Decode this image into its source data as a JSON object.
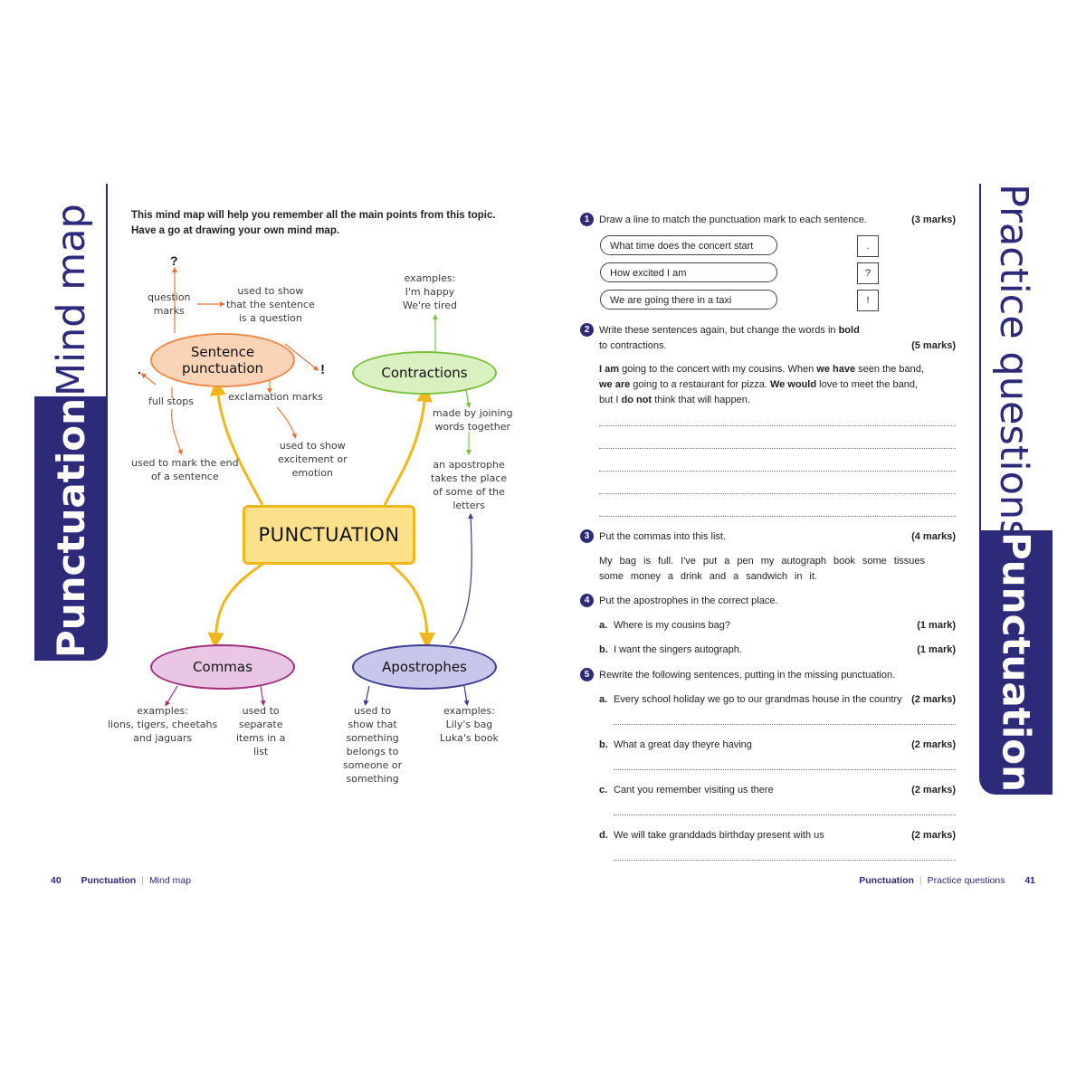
{
  "left_page": {
    "tab_title": "Mind map",
    "tab_section": "Punctuation",
    "intro_line1": "This mind map will help you remember all the main points from this topic.",
    "intro_line2": "Have a go at drawing your own mind map.",
    "center": "PUNCTUATION",
    "sentence": {
      "label_line1": "Sentence",
      "label_line2": "punctuation",
      "qmark_symbol": "?",
      "qmark_label": [
        "question",
        "marks"
      ],
      "qmark_use": [
        "used to show",
        "that the sentence",
        "is a question"
      ],
      "fullstop_symbol": ".",
      "fullstop_label": "full stops",
      "fullstop_use": [
        "used to mark the end",
        "of a sentence"
      ],
      "excl_symbol": "!",
      "excl_label": "exclamation marks",
      "excl_use": [
        "used to show",
        "excitement or",
        "emotion"
      ]
    },
    "contractions": {
      "label": "Contractions",
      "examples": [
        "examples:",
        "I'm happy",
        "We're tired"
      ],
      "made_by": [
        "made by joining",
        "words together"
      ],
      "apostrophe_note": [
        "an apostrophe",
        "takes the place",
        "of some of the",
        "letters"
      ]
    },
    "commas": {
      "label": "Commas",
      "examples": [
        "examples:",
        "lions, tigers, cheetahs",
        "and jaguars"
      ],
      "use": [
        "used to",
        "separate",
        "items in a",
        "list"
      ]
    },
    "apostrophes": {
      "label": "Apostrophes",
      "use": [
        "used to",
        "show that",
        "something",
        "belongs to",
        "someone or",
        "something"
      ],
      "examples": [
        "examples:",
        "Lily's bag",
        "Luka's book"
      ]
    },
    "footer": {
      "page": "40",
      "section": "Punctuation",
      "topic": "Mind map"
    }
  },
  "right_page": {
    "tab_title": "Practice questions",
    "tab_section": "Punctuation",
    "q1": {
      "num": "1",
      "text": "Draw a line to match the punctuation mark to each sentence.",
      "marks": "(3 marks)",
      "sentences": [
        "What time does the concert start",
        "How excited I am",
        "We are going there in a taxi"
      ],
      "symbols": [
        ".",
        "?",
        "!"
      ]
    },
    "q2": {
      "num": "2",
      "line1_a": "Write these sentences again, but change the words in ",
      "line1_b": "bold",
      "line2": "to contractions.",
      "marks": "(5 marks)",
      "p_l1": [
        "I am",
        " going to the concert with my cousins. When ",
        "we have",
        " seen the band,"
      ],
      "p_l2": [
        "we are",
        " going to a restaurant for pizza. ",
        "We would",
        " love to meet the band,"
      ],
      "p_l3": [
        "but I ",
        "do not",
        " think that will happen."
      ]
    },
    "q3": {
      "num": "3",
      "text": "Put the commas into this list.",
      "marks": "(4 marks)",
      "line1": "My bag is full. I've put a pen my autograph book some tissues",
      "line2": "some money a drink and a sandwich in it."
    },
    "q4": {
      "num": "4",
      "text": "Put the apostrophes in the correct place.",
      "a_label": "a.",
      "a_text": "Where is my cousins bag?",
      "a_marks": "(1 mark)",
      "b_label": "b.",
      "b_text": "I want the singers autograph.",
      "b_marks": "(1 mark)"
    },
    "q5": {
      "num": "5",
      "text": "Rewrite the following sentences, putting in the missing punctuation.",
      "items": [
        {
          "label": "a.",
          "text": "Every school holiday we go to our grandmas house in the country",
          "marks": "(2 marks)"
        },
        {
          "label": "b.",
          "text": "What a great day theyre having",
          "marks": "(2 marks)"
        },
        {
          "label": "c.",
          "text": "Cant you remember visiting us there",
          "marks": "(2 marks)"
        },
        {
          "label": "d.",
          "text": "We will take granddads birthday present with us",
          "marks": "(2 marks)"
        }
      ]
    },
    "footer": {
      "page": "41",
      "section": "Punctuation",
      "topic": "Practice questions"
    }
  },
  "colors": {
    "navy": "#2e2a7a",
    "sentence_oval": "#fbd3b6",
    "contractions_oval": "#d9f0c0",
    "commas_oval": "#e8c6e4",
    "apostrophes_oval": "#c9c6ec",
    "center_box": "#fde18a"
  }
}
